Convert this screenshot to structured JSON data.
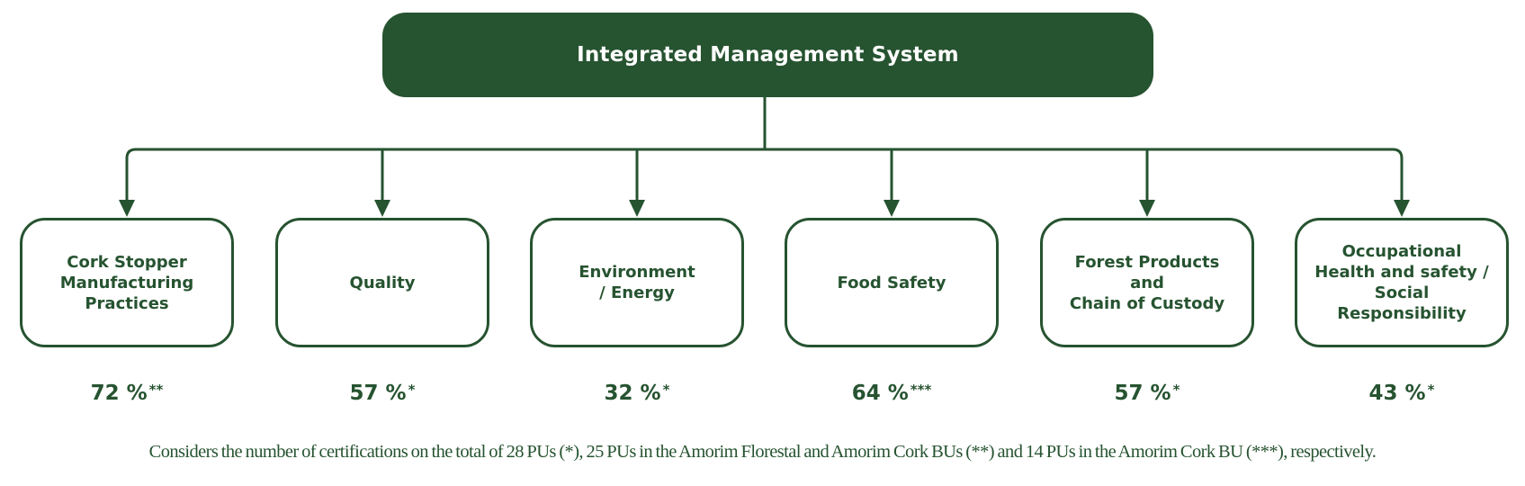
{
  "colors": {
    "primary": "#265330",
    "background": "#ffffff"
  },
  "root": {
    "label": "Integrated Management System"
  },
  "children": [
    {
      "label": "Cork Stopper\nManufacturing\nPractices",
      "value": "72 %",
      "marker": "**"
    },
    {
      "label": "Quality",
      "value": "57 %",
      "marker": "*"
    },
    {
      "label": "Environment\n/ Energy",
      "value": "32 %",
      "marker": "*"
    },
    {
      "label": "Food Safety",
      "value": "64 %",
      "marker": "***"
    },
    {
      "label": "Forest Products and\nChain of Custody",
      "value": "57 %",
      "marker": "*"
    },
    {
      "label": "Occupational\nHealth and safety /\nSocial Responsibility",
      "value": "43 %",
      "marker": "*"
    }
  ],
  "footnote": "Considers the number of certifications on the total of 28 PUs (*), 25 PUs in the Amorim Florestal and Amorim Cork BUs (**) and 14 PUs in the Amorim Cork BU (***), respectively."
}
